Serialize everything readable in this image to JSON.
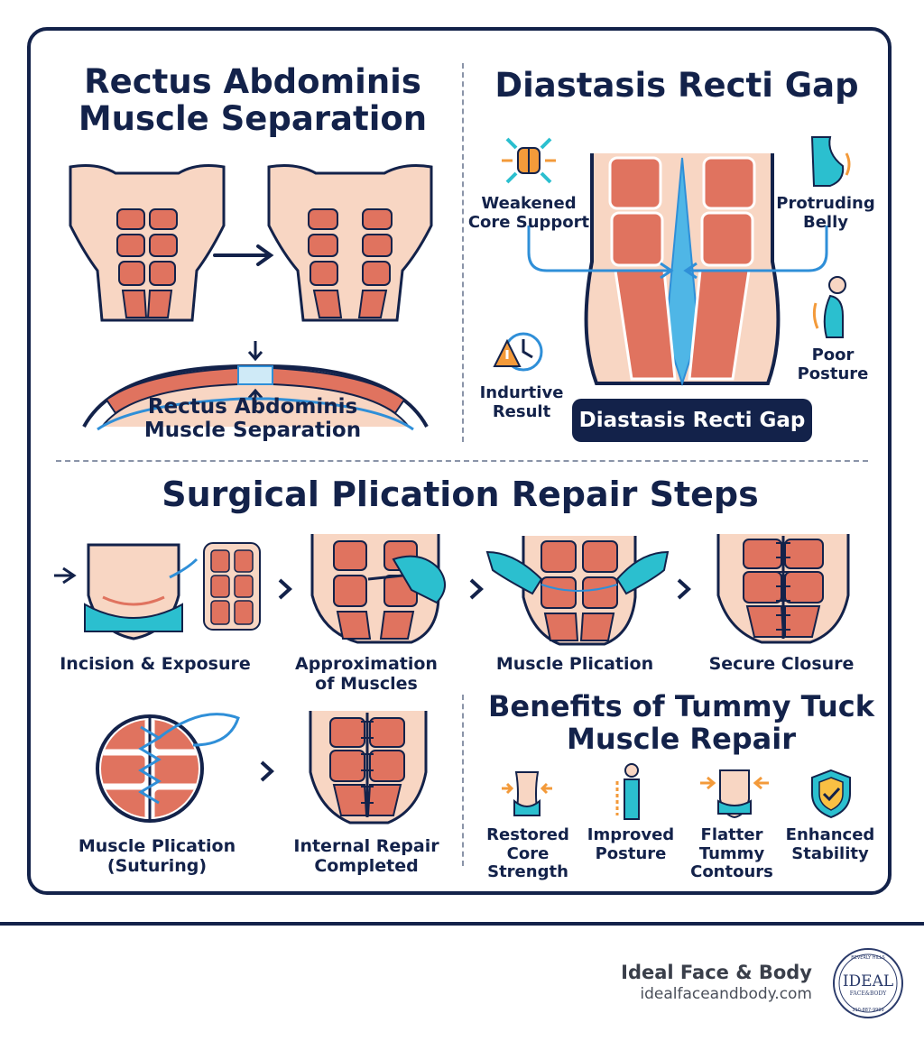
{
  "sections": {
    "top_left_title": "Rectus Abdominis Muscle Separation",
    "top_left_caption": "Rectus Abdominis Muscle Separation",
    "top_right_title": "Diastasis Recti Gap",
    "top_right_badge": "Diastasis Recti Gap",
    "steps_title": "Surgical Plication Repair Steps",
    "benefits_title": "Benefits of Tummy Tuck Muscle Repair"
  },
  "gap_effects": {
    "weakened": "Weakened Core Support",
    "protruding": "Protruding Belly",
    "posture": "Poor Posture",
    "indurtive": "Indurtive Result"
  },
  "steps": [
    "Incision & Exposure",
    "Approximation of Muscles",
    "Muscle Plication",
    "Secure Closure",
    "Muscle Plication (Suturing)",
    "Internal Repair Completed"
  ],
  "benefits": [
    "Restored Core Strength",
    "Improved Posture",
    "Flatter Tummy Contours",
    "Enhanced Stability"
  ],
  "brand": {
    "name": "Ideal Face & Body",
    "url": "idealfaceandbody.com",
    "logo_text": "IDEAL",
    "logo_sub": "FACE&BODY",
    "logo_top": "BEVERLY HILLS",
    "logo_bottom": "310-887-9999"
  },
  "colors": {
    "navy": "#13224a",
    "muscle": "#e0735f",
    "skin": "#f8d6c3",
    "teal": "#2bbfcf",
    "blue": "#2f8fd8",
    "orange": "#f39a3a"
  }
}
